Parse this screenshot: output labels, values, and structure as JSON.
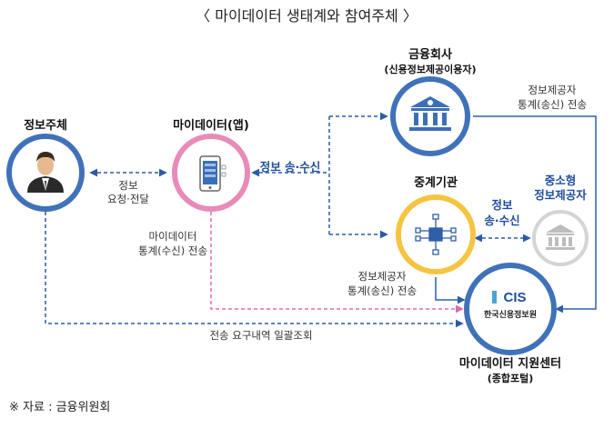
{
  "title": "〈 마이데이터 생태계와 참여주체 〉",
  "nodes": {
    "subject": {
      "label": "정보주체"
    },
    "app": {
      "label": "마이데이터(앱)"
    },
    "finance": {
      "label": "금융회사",
      "sub": "(신용정보제공이용자)"
    },
    "broker": {
      "label": "중계기관"
    },
    "sme": {
      "label_line1": "중소형",
      "label_line2": "정보제공자"
    },
    "center": {
      "label": "마이데이터 지원센터",
      "sub": "(종합포털)",
      "logo_text": "CIS",
      "logo_caption": "한국신용정보원"
    }
  },
  "edges": {
    "subject_app_1": "정보",
    "subject_app_2": "요청·전달",
    "app_finance": "정보 송·수신",
    "broker_sme_1": "정보",
    "broker_sme_2": "송·수신",
    "app_center_1": "마이데이터",
    "app_center_2": "통계(수신) 전송",
    "finance_center_1": "정보제공자",
    "finance_center_2": "통계(송신) 전송",
    "broker_center_1": "정보제공자",
    "broker_center_2": "통계(송신) 전송",
    "subject_center": "전송 요구내역 일괄조회"
  },
  "source": "※ 자료 : 금융위원회",
  "colors": {
    "ring_blue": "#3f72b8",
    "ring_pink": "#e88bb8",
    "ring_yellow": "#f5c441",
    "ring_grey": "#d4d4d4",
    "dash_blue": "#2b5aa8",
    "dash_pink": "#e06aa8",
    "solid_blue": "#2e5fa7"
  }
}
